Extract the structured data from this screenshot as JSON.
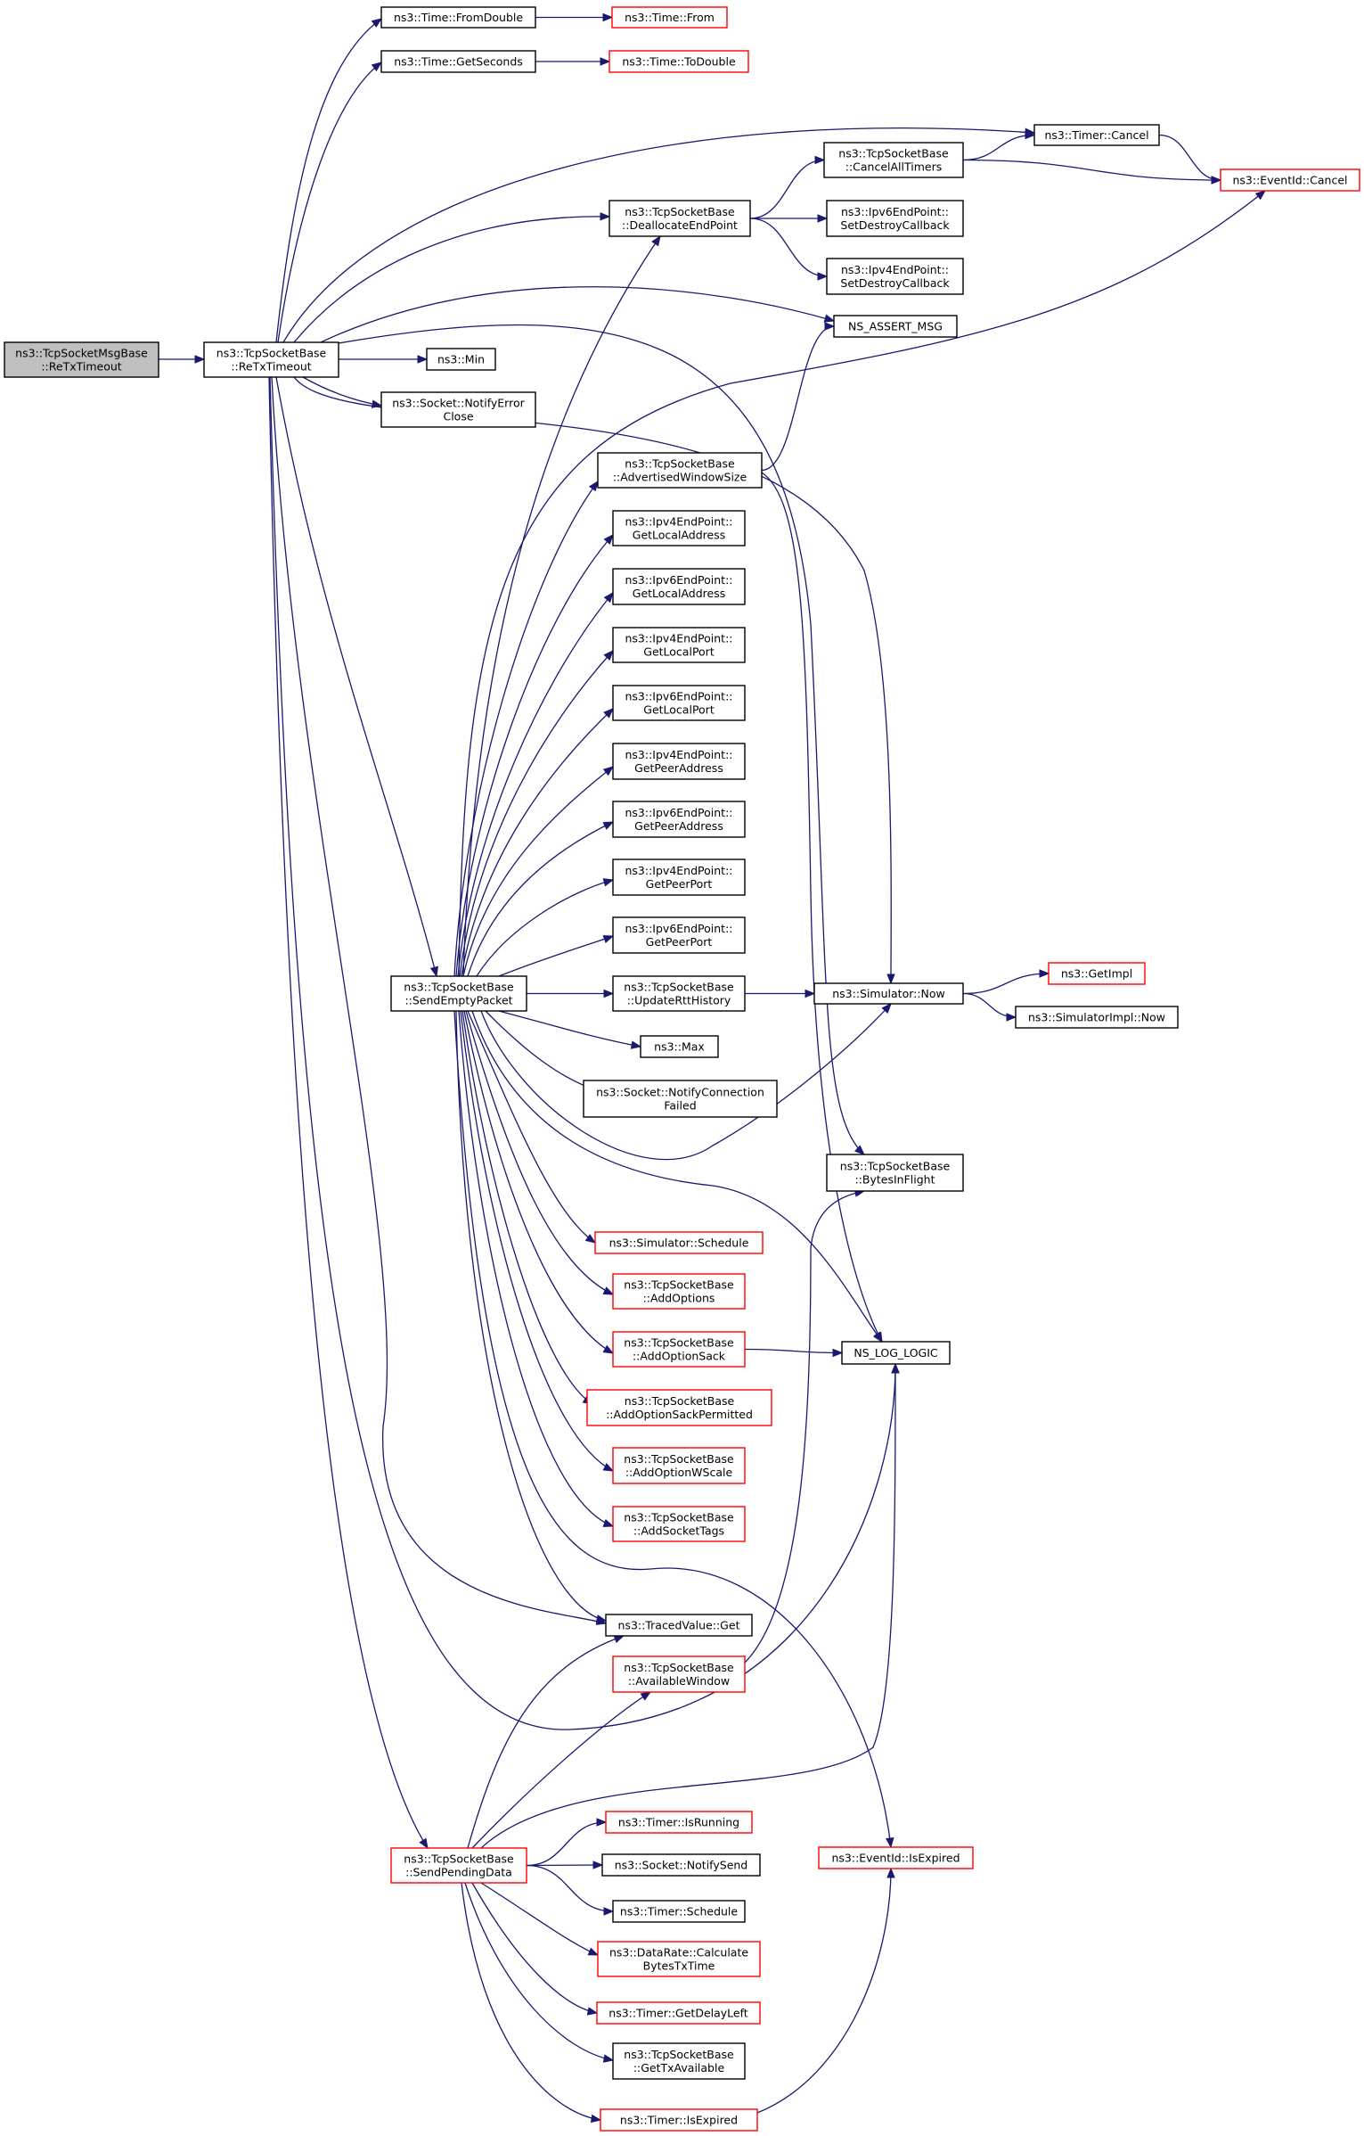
{
  "colors": {
    "edge": "#191970",
    "node_border_black": "#000000",
    "node_border_red": "#ff0000",
    "root_fill": "#bfbfbf",
    "node_fill": "#ffffff"
  },
  "nodes": [
    {
      "id": "root",
      "lines": [
        "ns3::TcpSocketMsgBase",
        "::ReTxTimeout"
      ],
      "border": "black",
      "root": true
    },
    {
      "id": "retx",
      "lines": [
        "ns3::TcpSocketBase",
        "::ReTxTimeout"
      ],
      "border": "black"
    },
    {
      "id": "fromdouble",
      "lines": [
        "ns3::Time::FromDouble"
      ],
      "border": "black"
    },
    {
      "id": "from",
      "lines": [
        "ns3::Time::From"
      ],
      "border": "red"
    },
    {
      "id": "getseconds",
      "lines": [
        "ns3::Time::GetSeconds"
      ],
      "border": "black"
    },
    {
      "id": "todouble",
      "lines": [
        "ns3::Time::ToDouble"
      ],
      "border": "red"
    },
    {
      "id": "timercancel",
      "lines": [
        "ns3::Timer::Cancel"
      ],
      "border": "black"
    },
    {
      "id": "eventcancel",
      "lines": [
        "ns3::EventId::Cancel"
      ],
      "border": "red"
    },
    {
      "id": "cancelall",
      "lines": [
        "ns3::TcpSocketBase",
        "::CancelAllTimers"
      ],
      "border": "black"
    },
    {
      "id": "dealloc",
      "lines": [
        "ns3::TcpSocketBase",
        "::DeallocateEndPoint"
      ],
      "border": "black"
    },
    {
      "id": "ipv6destroy",
      "lines": [
        "ns3::Ipv6EndPoint::",
        "SetDestroyCallback"
      ],
      "border": "black"
    },
    {
      "id": "ipv4destroy",
      "lines": [
        "ns3::Ipv4EndPoint::",
        "SetDestroyCallback"
      ],
      "border": "black"
    },
    {
      "id": "assert",
      "lines": [
        "NS_ASSERT_MSG"
      ],
      "border": "black"
    },
    {
      "id": "min",
      "lines": [
        "ns3::Min"
      ],
      "border": "black"
    },
    {
      "id": "notifyerr",
      "lines": [
        "ns3::Socket::NotifyError",
        "Close"
      ],
      "border": "black"
    },
    {
      "id": "advwin",
      "lines": [
        "ns3::TcpSocketBase",
        "::AdvertisedWindowSize"
      ],
      "border": "black"
    },
    {
      "id": "ipv4localaddr",
      "lines": [
        "ns3::Ipv4EndPoint::",
        "GetLocalAddress"
      ],
      "border": "black"
    },
    {
      "id": "ipv6localaddr",
      "lines": [
        "ns3::Ipv6EndPoint::",
        "GetLocalAddress"
      ],
      "border": "black"
    },
    {
      "id": "ipv4localport",
      "lines": [
        "ns3::Ipv4EndPoint::",
        "GetLocalPort"
      ],
      "border": "black"
    },
    {
      "id": "ipv6localport",
      "lines": [
        "ns3::Ipv6EndPoint::",
        "GetLocalPort"
      ],
      "border": "black"
    },
    {
      "id": "ipv4peeraddr",
      "lines": [
        "ns3::Ipv4EndPoint::",
        "GetPeerAddress"
      ],
      "border": "black"
    },
    {
      "id": "ipv6peeraddr",
      "lines": [
        "ns3::Ipv6EndPoint::",
        "GetPeerAddress"
      ],
      "border": "black"
    },
    {
      "id": "ipv4peerport",
      "lines": [
        "ns3::Ipv4EndPoint::",
        "GetPeerPort"
      ],
      "border": "black"
    },
    {
      "id": "ipv6peerport",
      "lines": [
        "ns3::Ipv6EndPoint::",
        "GetPeerPort"
      ],
      "border": "black"
    },
    {
      "id": "sendempty",
      "lines": [
        "ns3::TcpSocketBase",
        "::SendEmptyPacket"
      ],
      "border": "black"
    },
    {
      "id": "updatertt",
      "lines": [
        "ns3::TcpSocketBase",
        "::UpdateRttHistory"
      ],
      "border": "black"
    },
    {
      "id": "simnow",
      "lines": [
        "ns3::Simulator::Now"
      ],
      "border": "black"
    },
    {
      "id": "getimpl",
      "lines": [
        "ns3::GetImpl"
      ],
      "border": "red"
    },
    {
      "id": "simimplnow",
      "lines": [
        "ns3::SimulatorImpl::Now"
      ],
      "border": "black"
    },
    {
      "id": "max",
      "lines": [
        "ns3::Max"
      ],
      "border": "black"
    },
    {
      "id": "notifyconn",
      "lines": [
        "ns3::Socket::NotifyConnection",
        "Failed"
      ],
      "border": "black"
    },
    {
      "id": "bytesinflight",
      "lines": [
        "ns3::TcpSocketBase",
        "::BytesInFlight"
      ],
      "border": "black"
    },
    {
      "id": "schedule",
      "lines": [
        "ns3::Simulator::Schedule"
      ],
      "border": "red"
    },
    {
      "id": "addoptions",
      "lines": [
        "ns3::TcpSocketBase",
        "::AddOptions"
      ],
      "border": "red"
    },
    {
      "id": "addsack",
      "lines": [
        "ns3::TcpSocketBase",
        "::AddOptionSack"
      ],
      "border": "red"
    },
    {
      "id": "loglogic",
      "lines": [
        "NS_LOG_LOGIC"
      ],
      "border": "black"
    },
    {
      "id": "addsackperm",
      "lines": [
        "ns3::TcpSocketBase",
        "::AddOptionSackPermitted"
      ],
      "border": "red"
    },
    {
      "id": "addwscale",
      "lines": [
        "ns3::TcpSocketBase",
        "::AddOptionWScale"
      ],
      "border": "red"
    },
    {
      "id": "addtags",
      "lines": [
        "ns3::TcpSocketBase",
        "::AddSocketTags"
      ],
      "border": "red"
    },
    {
      "id": "tracedget",
      "lines": [
        "ns3::TracedValue::Get"
      ],
      "border": "black"
    },
    {
      "id": "availwin",
      "lines": [
        "ns3::TcpSocketBase",
        "::AvailableWindow"
      ],
      "border": "red"
    },
    {
      "id": "isrunning",
      "lines": [
        "ns3::Timer::IsRunning"
      ],
      "border": "red"
    },
    {
      "id": "sendpending",
      "lines": [
        "ns3::TcpSocketBase",
        "::SendPendingData"
      ],
      "border": "red"
    },
    {
      "id": "notifysend",
      "lines": [
        "ns3::Socket::NotifySend"
      ],
      "border": "black"
    },
    {
      "id": "eventexpired",
      "lines": [
        "ns3::EventId::IsExpired"
      ],
      "border": "red"
    },
    {
      "id": "timerschedule",
      "lines": [
        "ns3::Timer::Schedule"
      ],
      "border": "black"
    },
    {
      "id": "datarate",
      "lines": [
        "ns3::DataRate::Calculate",
        "BytesTxTime"
      ],
      "border": "red"
    },
    {
      "id": "getdelayleft",
      "lines": [
        "ns3::Timer::GetDelayLeft"
      ],
      "border": "red"
    },
    {
      "id": "gettxavail",
      "lines": [
        "ns3::TcpSocketBase",
        "::GetTxAvailable"
      ],
      "border": "black"
    },
    {
      "id": "timerexpired",
      "lines": [
        "ns3::Timer::IsExpired"
      ],
      "border": "red"
    }
  ],
  "edges": [
    [
      "root",
      "retx"
    ],
    [
      "retx",
      "fromdouble"
    ],
    [
      "fromdouble",
      "from"
    ],
    [
      "retx",
      "getseconds"
    ],
    [
      "getseconds",
      "todouble"
    ],
    [
      "retx",
      "timercancel"
    ],
    [
      "timercancel",
      "eventcancel"
    ],
    [
      "retx",
      "dealloc"
    ],
    [
      "dealloc",
      "cancelall"
    ],
    [
      "dealloc",
      "ipv6destroy"
    ],
    [
      "dealloc",
      "ipv4destroy"
    ],
    [
      "cancelall",
      "timercancel"
    ],
    [
      "cancelall",
      "eventcancel"
    ],
    [
      "retx",
      "assert"
    ],
    [
      "retx",
      "min"
    ],
    [
      "retx",
      "notifyerr"
    ],
    [
      "retx",
      "bytesinflight"
    ],
    [
      "retx",
      "simnow"
    ],
    [
      "retx",
      "sendempty"
    ],
    [
      "retx",
      "tracedget"
    ],
    [
      "retx",
      "loglogic"
    ],
    [
      "retx",
      "sendpending"
    ],
    [
      "sendempty",
      "dealloc"
    ],
    [
      "sendempty",
      "eventcancel"
    ],
    [
      "sendempty",
      "advwin"
    ],
    [
      "sendempty",
      "ipv4localaddr"
    ],
    [
      "sendempty",
      "ipv6localaddr"
    ],
    [
      "sendempty",
      "ipv4localport"
    ],
    [
      "sendempty",
      "ipv6localport"
    ],
    [
      "sendempty",
      "ipv4peeraddr"
    ],
    [
      "sendempty",
      "ipv6peeraddr"
    ],
    [
      "sendempty",
      "ipv4peerport"
    ],
    [
      "sendempty",
      "ipv6peerport"
    ],
    [
      "sendempty",
      "updatertt"
    ],
    [
      "sendempty",
      "max"
    ],
    [
      "sendempty",
      "notifyconn"
    ],
    [
      "sendempty",
      "simnow"
    ],
    [
      "sendempty",
      "loglogic"
    ],
    [
      "sendempty",
      "schedule"
    ],
    [
      "sendempty",
      "addoptions"
    ],
    [
      "sendempty",
      "addsack"
    ],
    [
      "sendempty",
      "addsackperm"
    ],
    [
      "sendempty",
      "addwscale"
    ],
    [
      "sendempty",
      "addtags"
    ],
    [
      "sendempty",
      "tracedget"
    ],
    [
      "sendempty",
      "eventexpired"
    ],
    [
      "advwin",
      "assert"
    ],
    [
      "advwin",
      "loglogic"
    ],
    [
      "updatertt",
      "simnow"
    ],
    [
      "simnow",
      "getimpl"
    ],
    [
      "simnow",
      "simimplnow"
    ],
    [
      "addsack",
      "loglogic"
    ],
    [
      "availwin",
      "bytesinflight"
    ],
    [
      "sendpending",
      "tracedget"
    ],
    [
      "sendpending",
      "availwin"
    ],
    [
      "sendpending",
      "loglogic"
    ],
    [
      "sendpending",
      "isrunning"
    ],
    [
      "sendpending",
      "notifysend"
    ],
    [
      "sendpending",
      "timerschedule"
    ],
    [
      "sendpending",
      "datarate"
    ],
    [
      "sendpending",
      "getdelayleft"
    ],
    [
      "sendpending",
      "gettxavail"
    ],
    [
      "sendpending",
      "timerexpired"
    ],
    [
      "timerexpired",
      "eventexpired"
    ]
  ]
}
